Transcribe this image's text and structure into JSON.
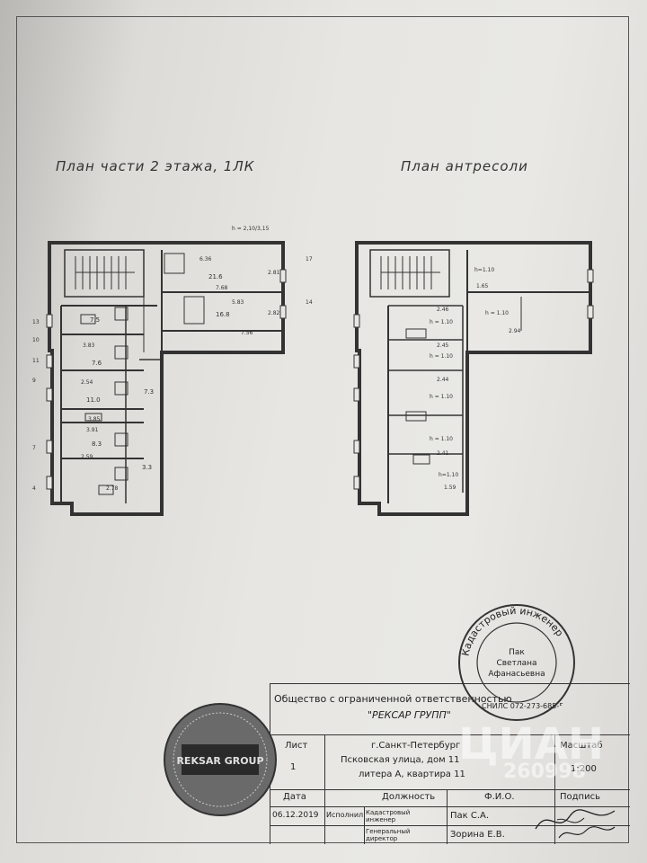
{
  "titles": {
    "floor_plan": "План части 2 этажа, 1ЛК",
    "mezzanine_plan": "План антресоли"
  },
  "floor_plan_labels": {
    "height": "h = 2,10/3,15",
    "room16_area": "21.6",
    "room15_area": "16.8",
    "room12_area": "7.5",
    "room10_area": "7.6",
    "room8_area": "7.3",
    "room6_area": "11.0",
    "room4_area": "8.3",
    "room3_area": "3.3",
    "dim_636": "6.36",
    "dim_768": "7.68",
    "dim_583": "5.83",
    "dim_756": "7.56",
    "dim_383": "3.83",
    "dim_254": "2.54",
    "dim_385": "3.85",
    "dim_391": "3.91",
    "dim_259": "2.59",
    "dim_278": "2.78",
    "dim_281": "2.81",
    "dim_282": "2.82",
    "axis_17": "17",
    "axis_14": "14",
    "axis_13": "13",
    "axis_10": "10",
    "axis_11": "11",
    "axis_9": "9",
    "axis_7": "7",
    "axis_4": "4"
  },
  "mezzanine_labels": {
    "h110_a": "h=1.10",
    "h110_b": "h = 1.10",
    "h110_c": "h = 1.10",
    "h110_d": "h = 1.10",
    "h110_e": "h = 1.10",
    "h110_f": "h = 1.10",
    "h110_g": "h=1.10",
    "dim_165": "1.65",
    "dim_294": "2.94",
    "dim_246": "2.46",
    "dim_245": "2.45",
    "dim_244": "2.44",
    "dim_241": "2.41",
    "dim_159": "1.59"
  },
  "stamp_table": {
    "organization_line1": "Общество с ограниченной ответственностью",
    "organization_line2": "\"РЕКСАР ГРУПП\"",
    "sheet_label": "Лист",
    "sheet_value": "1",
    "city": "г.Санкт-Петербург",
    "street": "Псковская улица,  дом 11",
    "liter": "литера А, квартира 11",
    "scale_label": "Масштаб",
    "scale_value": "1:200",
    "col_date": "Дата",
    "col_position": "Должность",
    "col_name": "Ф.И.О.",
    "col_signature": "Подпись",
    "row1_date": "06.12.2019",
    "row1_role": "Исполнил",
    "row1_position": "Кадастровый инженер",
    "row1_name": "Пак С.А.",
    "row2_position": "Генеральный директор",
    "row2_name": "Зорина Е.В."
  },
  "engineer_stamp": {
    "ring_text": "Кадастровый инженер",
    "line1": "Пак",
    "line2": "Светлана",
    "line3": "Афанасьевна",
    "snils": "СНИЛС 072-273-685-55"
  },
  "company_stamp": {
    "text": "REKSAR GROUP"
  },
  "watermark": {
    "text": "ЦИАН",
    "number": "260998"
  }
}
